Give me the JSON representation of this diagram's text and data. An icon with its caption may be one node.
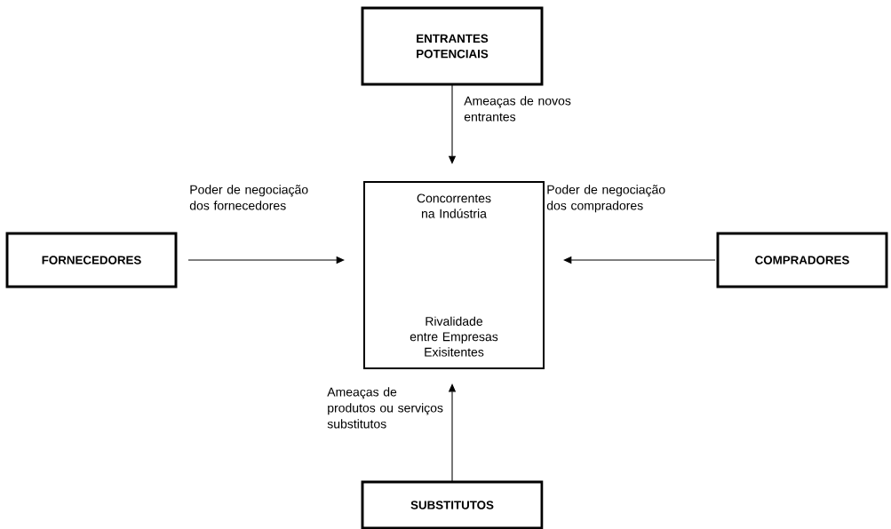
{
  "diagram": {
    "nodes": [
      {
        "text": [
          "ENTRANTES POTENCIAIS"
        ]
      },
      {
        "text": [
          "FORNECEDORES"
        ]
      },
      {
        "text": [
          "Concorrentes na Indústria",
          "Rivalidade entre Empresas Exisitentes"
        ]
      },
      {
        "text": [
          "COMPRADORES"
        ]
      },
      {
        "text": [
          "SUBSTITUTOS"
        ]
      }
    ],
    "edges": [
      {
        "from": 0,
        "to": 2,
        "arrow": "to",
        "label": "Ameaças de novos entrantes"
      },
      {
        "from": 1,
        "to": 2,
        "arrow": "to",
        "label": "Poder de negociação dos fornecedores"
      },
      {
        "from": 3,
        "to": 2,
        "arrow": "to",
        "label": "Poder de negociação dos compradores"
      },
      {
        "from": 4,
        "to": 2,
        "arrow": "to",
        "label": "Ameaças de produtos ou serviços substitutos"
      }
    ]
  }
}
